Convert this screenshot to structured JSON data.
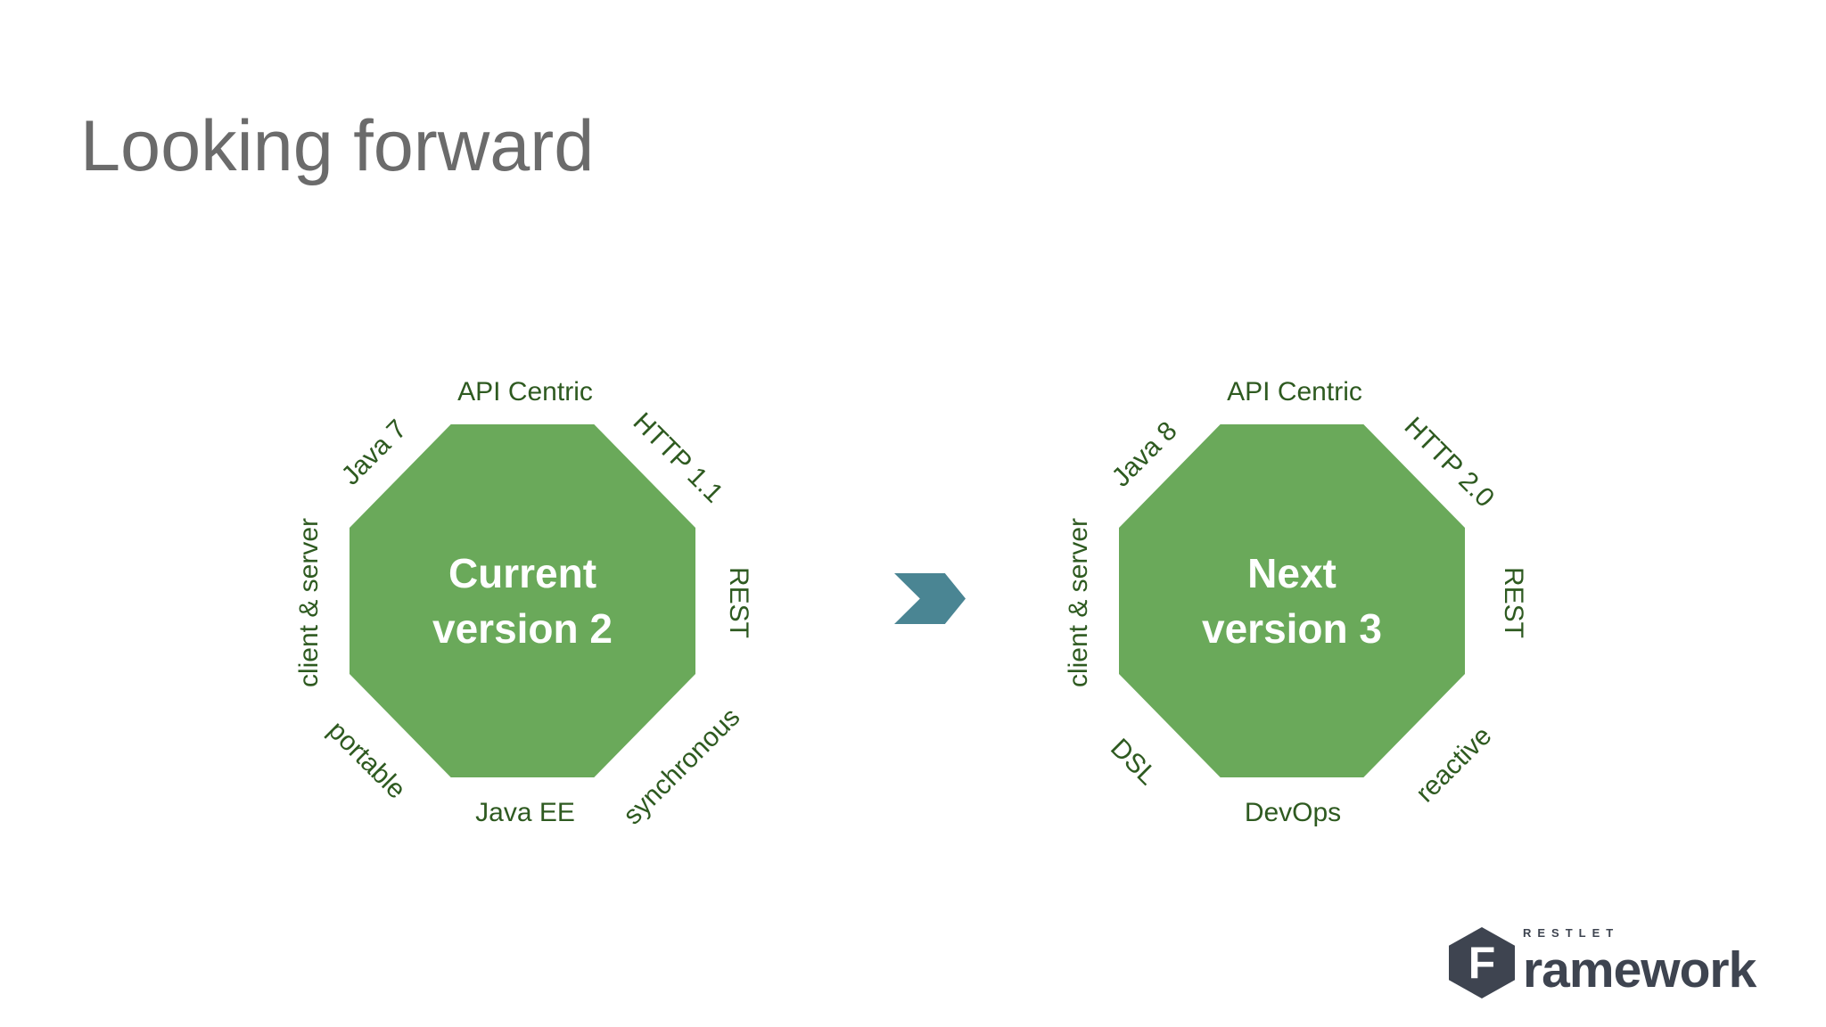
{
  "slide": {
    "title": "Looking forward",
    "background": "#ffffff",
    "colors": {
      "octagon_fill": "#6aa95a",
      "ring_label_text": "#2e5a20",
      "center_text": "#ffffff",
      "title_text": "#6b6b6b",
      "arrow_fill": "#4a8593",
      "logo_text": "#3e4450"
    }
  },
  "octagons": [
    {
      "name": "current-version-2",
      "center": {
        "line1": "Current",
        "line2": "version 2"
      },
      "labels": {
        "top": "API Centric",
        "top_right": "HTTP 1.1",
        "right": "REST",
        "bottom_right": "synchronous",
        "bottom": "Java EE",
        "bottom_left": "portable",
        "left": "client & server",
        "top_left": "Java 7"
      }
    },
    {
      "name": "next-version-3",
      "center": {
        "line1": "Next",
        "line2": "version 3"
      },
      "labels": {
        "top": "API Centric",
        "top_right": "HTTP 2.0",
        "right": "REST",
        "bottom_right": "reactive",
        "bottom": "DevOps",
        "bottom_left": "DSL",
        "left": "client & server",
        "top_left": "Java 8"
      }
    }
  ],
  "arrow": {
    "icon": "chevron-right-icon"
  },
  "logo": {
    "monogram": "F",
    "brand_top": "RESTLET",
    "brand_bottom": "ramework"
  }
}
